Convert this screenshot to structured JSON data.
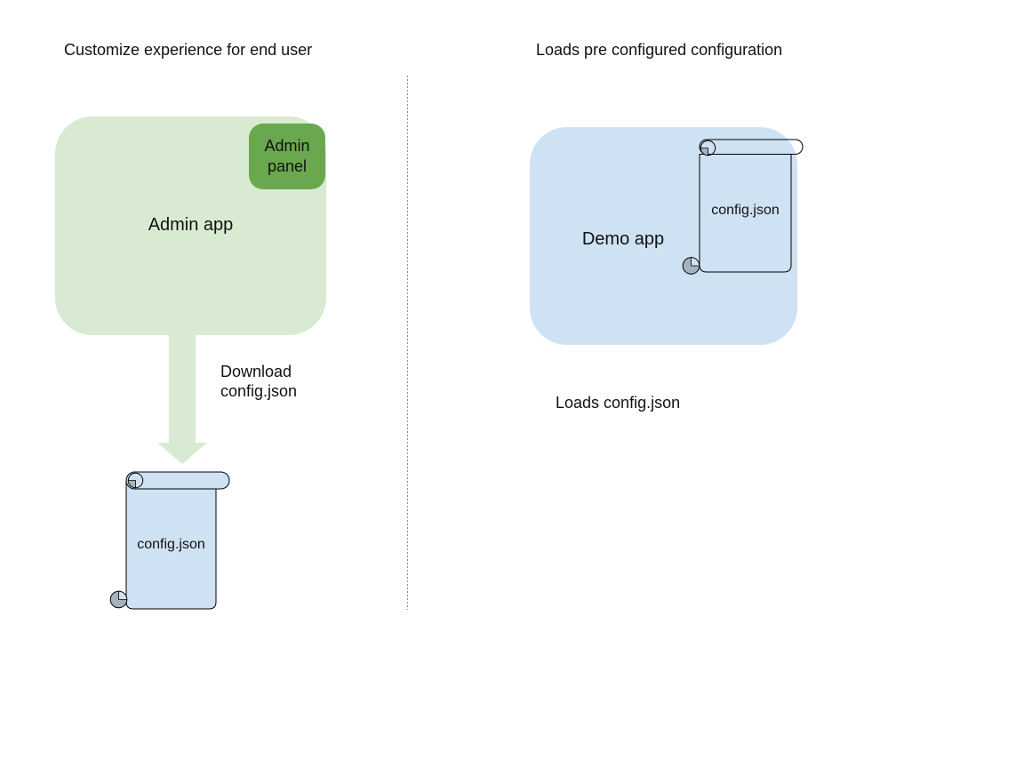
{
  "left": {
    "title": "Customize experience for end user",
    "admin_label": "Admin app",
    "panel_line1": "Admin",
    "panel_line2": "panel",
    "download_line1": "Download",
    "download_line2": "config.json",
    "scroll_label": "config.json"
  },
  "right": {
    "title": "Loads pre configured configuration",
    "demo_label": "Demo app",
    "scroll_label": "config.json",
    "caption": "Loads config.json"
  },
  "colors": {
    "light_green": "#d9ead3",
    "dark_green": "#6aa84f",
    "light_blue": "#cfe2f3",
    "scroll_curl_gray": "#a6b2bd",
    "outline_black": "#000000",
    "divider_gray": "#909090",
    "text": "#111111",
    "background": "#ffffff"
  }
}
